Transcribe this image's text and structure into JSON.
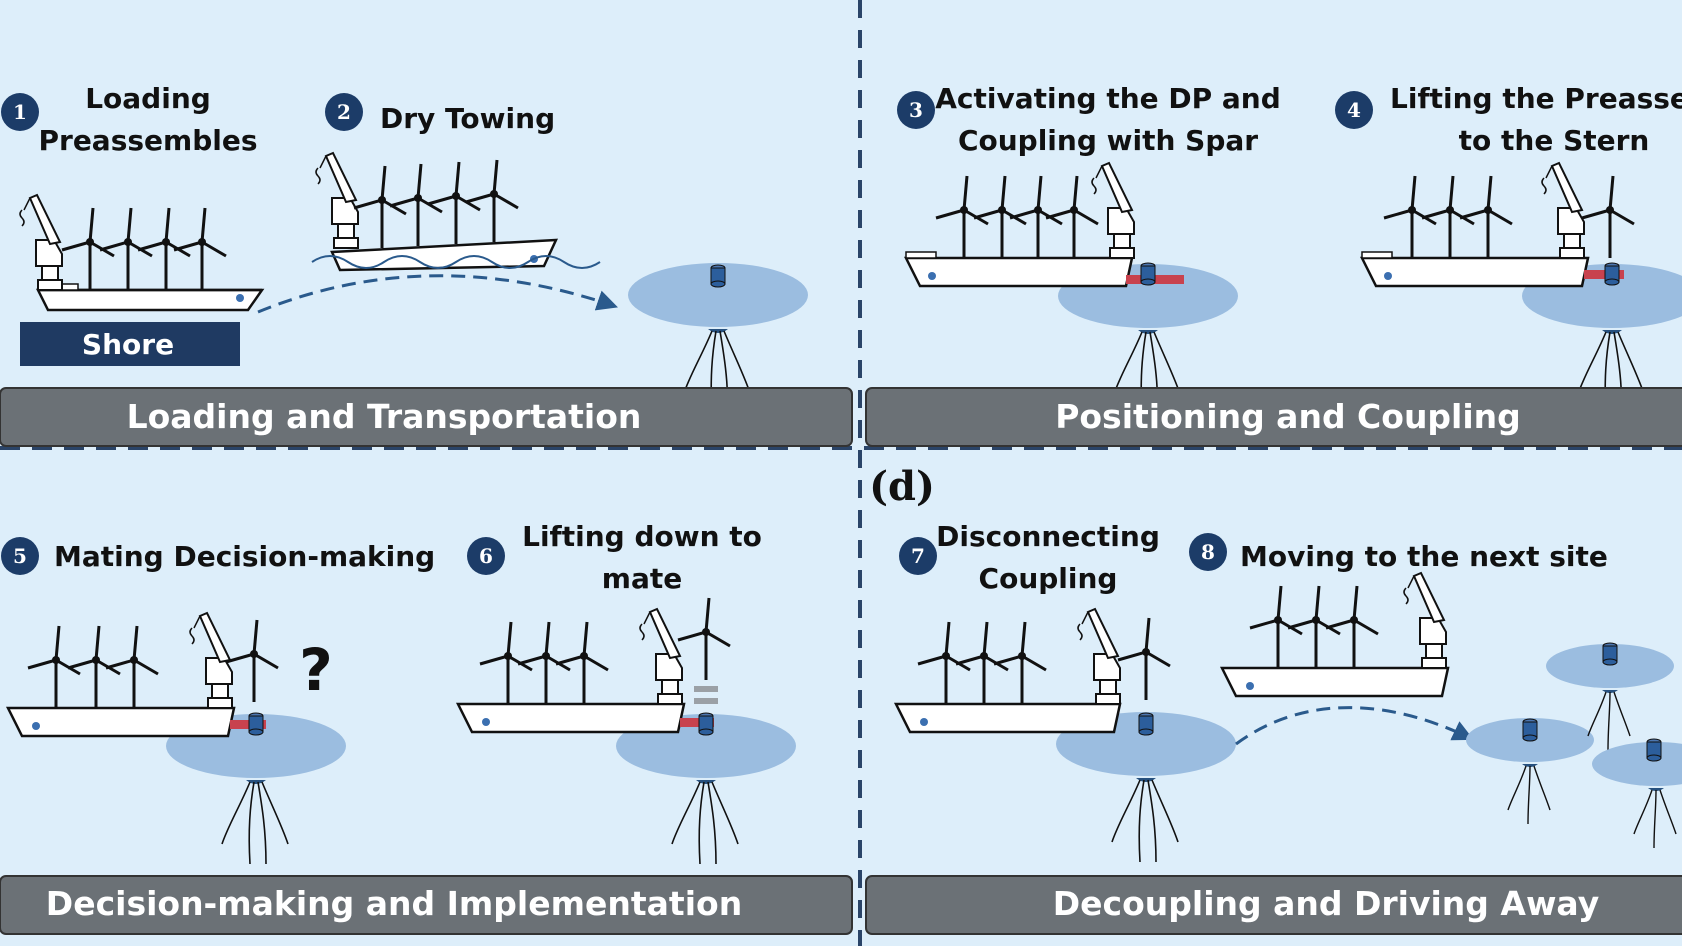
{
  "panel_label": "(d)",
  "colors": {
    "background": "#ddeefa",
    "band": "#6b7176",
    "number_badge": "#1c3c68",
    "shore": "#1f3a62",
    "water_patch": "#9bbde0",
    "coupling": "#c8424e",
    "divider": "#2a4468"
  },
  "stages": [
    {
      "title": "Loading and Transportation",
      "steps": [
        {
          "number": "1",
          "lines": [
            "Loading",
            "Preassembles"
          ]
        },
        {
          "number": "2",
          "lines": [
            "Dry Towing"
          ]
        }
      ],
      "shore_label": "Shore"
    },
    {
      "title": "Positioning and Coupling",
      "steps": [
        {
          "number": "3",
          "lines": [
            "Activating the DP and",
            "Coupling with Spar"
          ]
        },
        {
          "number": "4",
          "lines": [
            "Lifting the Preassembles",
            "to the Stern"
          ]
        }
      ]
    },
    {
      "title": "Decision-making and Implementation",
      "steps": [
        {
          "number": "5",
          "lines": [
            "Mating Decision-making"
          ]
        },
        {
          "number": "6",
          "lines": [
            "Lifting down to",
            "mate"
          ]
        }
      ],
      "decision_mark": "?"
    },
    {
      "title": "Decoupling and Driving Away",
      "steps": [
        {
          "number": "7",
          "lines": [
            "Disconnecting",
            "Coupling"
          ]
        },
        {
          "number": "8",
          "lines": [
            "Moving to the next site"
          ]
        }
      ]
    }
  ]
}
